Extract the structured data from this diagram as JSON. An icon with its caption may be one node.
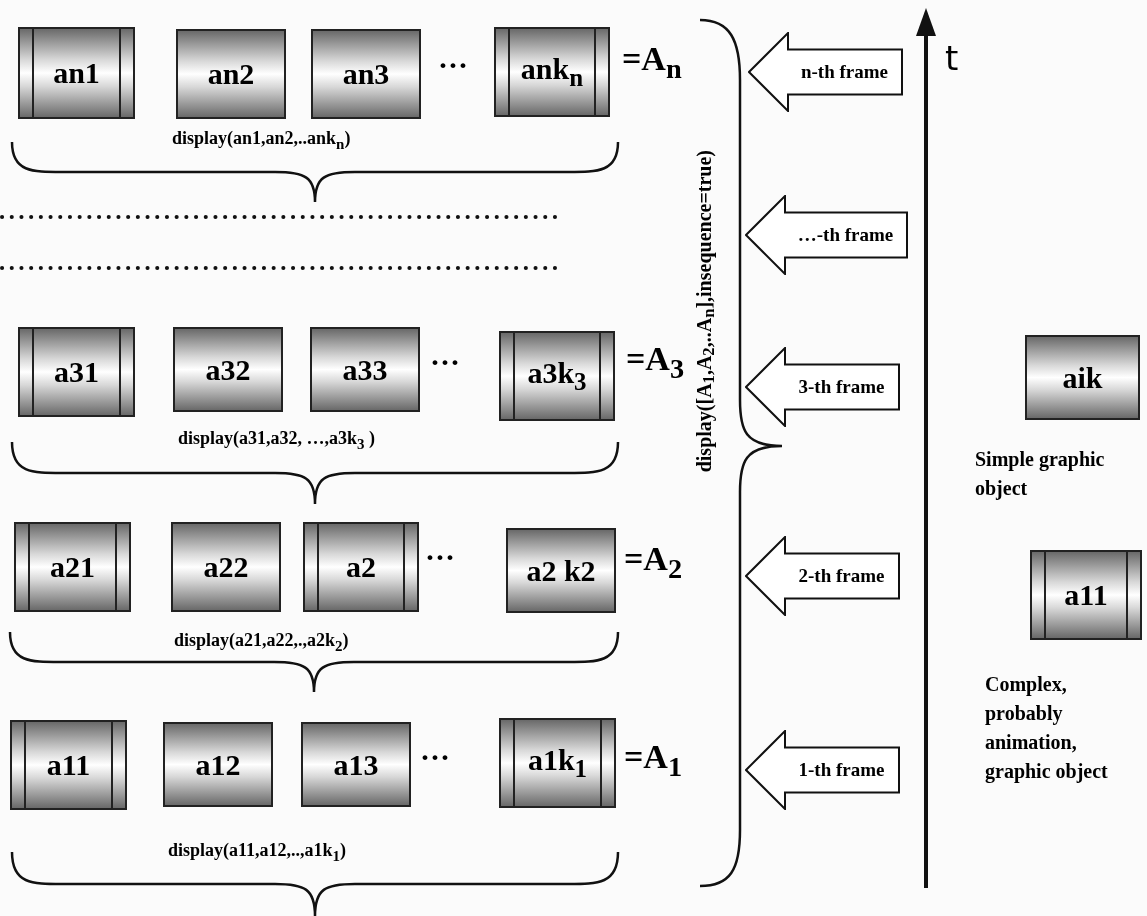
{
  "diagram": {
    "nodes": [
      {
        "text": [
          "an1"
        ]
      },
      {
        "text": [
          "an2"
        ]
      },
      {
        "text": [
          "an3"
        ]
      },
      {
        "text": [
          "ank$_{n}$"
        ]
      },
      {
        "text": [
          "a31"
        ]
      },
      {
        "text": [
          "a32"
        ]
      },
      {
        "text": [
          "a33"
        ]
      },
      {
        "text": [
          "a3k$_{3}$"
        ]
      },
      {
        "text": [
          "a21"
        ]
      },
      {
        "text": [
          "a22"
        ]
      },
      {
        "text": [
          "a2"
        ]
      },
      {
        "text": [
          "a2 k2"
        ]
      },
      {
        "text": [
          "a11"
        ]
      },
      {
        "text": [
          "a12"
        ]
      },
      {
        "text": [
          "a13"
        ]
      },
      {
        "text": [
          "a1k$_{1}$"
        ]
      },
      {
        "text": [
          "n-th frame"
        ]
      },
      {
        "text": [
          "…-th frame"
        ]
      },
      {
        "text": [
          "3-th frame"
        ]
      },
      {
        "text": [
          "2-th frame"
        ]
      },
      {
        "text": [
          "1-th frame"
        ]
      },
      {
        "text": [
          "aik"
        ],
        "beside": [
          "Simple graphic object"
        ]
      },
      {
        "text": [
          "a11"
        ],
        "beside": [
          "Complex, probably animation, graphic object"
        ]
      }
    ],
    "labels": [
      "···",
      "=A$_{n}$",
      "display(an1,an2,..ank$_{n}$)",
      "···",
      "=A$_{3}$",
      "display(a31,a32, …,a3k$_{3}$ )",
      "···",
      "=A$_{2}$",
      "display(a21,a22,.,a2k$_{2}$)",
      "···",
      "=A$_{1}$",
      "display(a11,a12,..,a1k$_{1}$)",
      "display([A$_{1}$,A$_{2}$,..A$_{n}$],insequence=true)",
      "t"
    ]
  }
}
